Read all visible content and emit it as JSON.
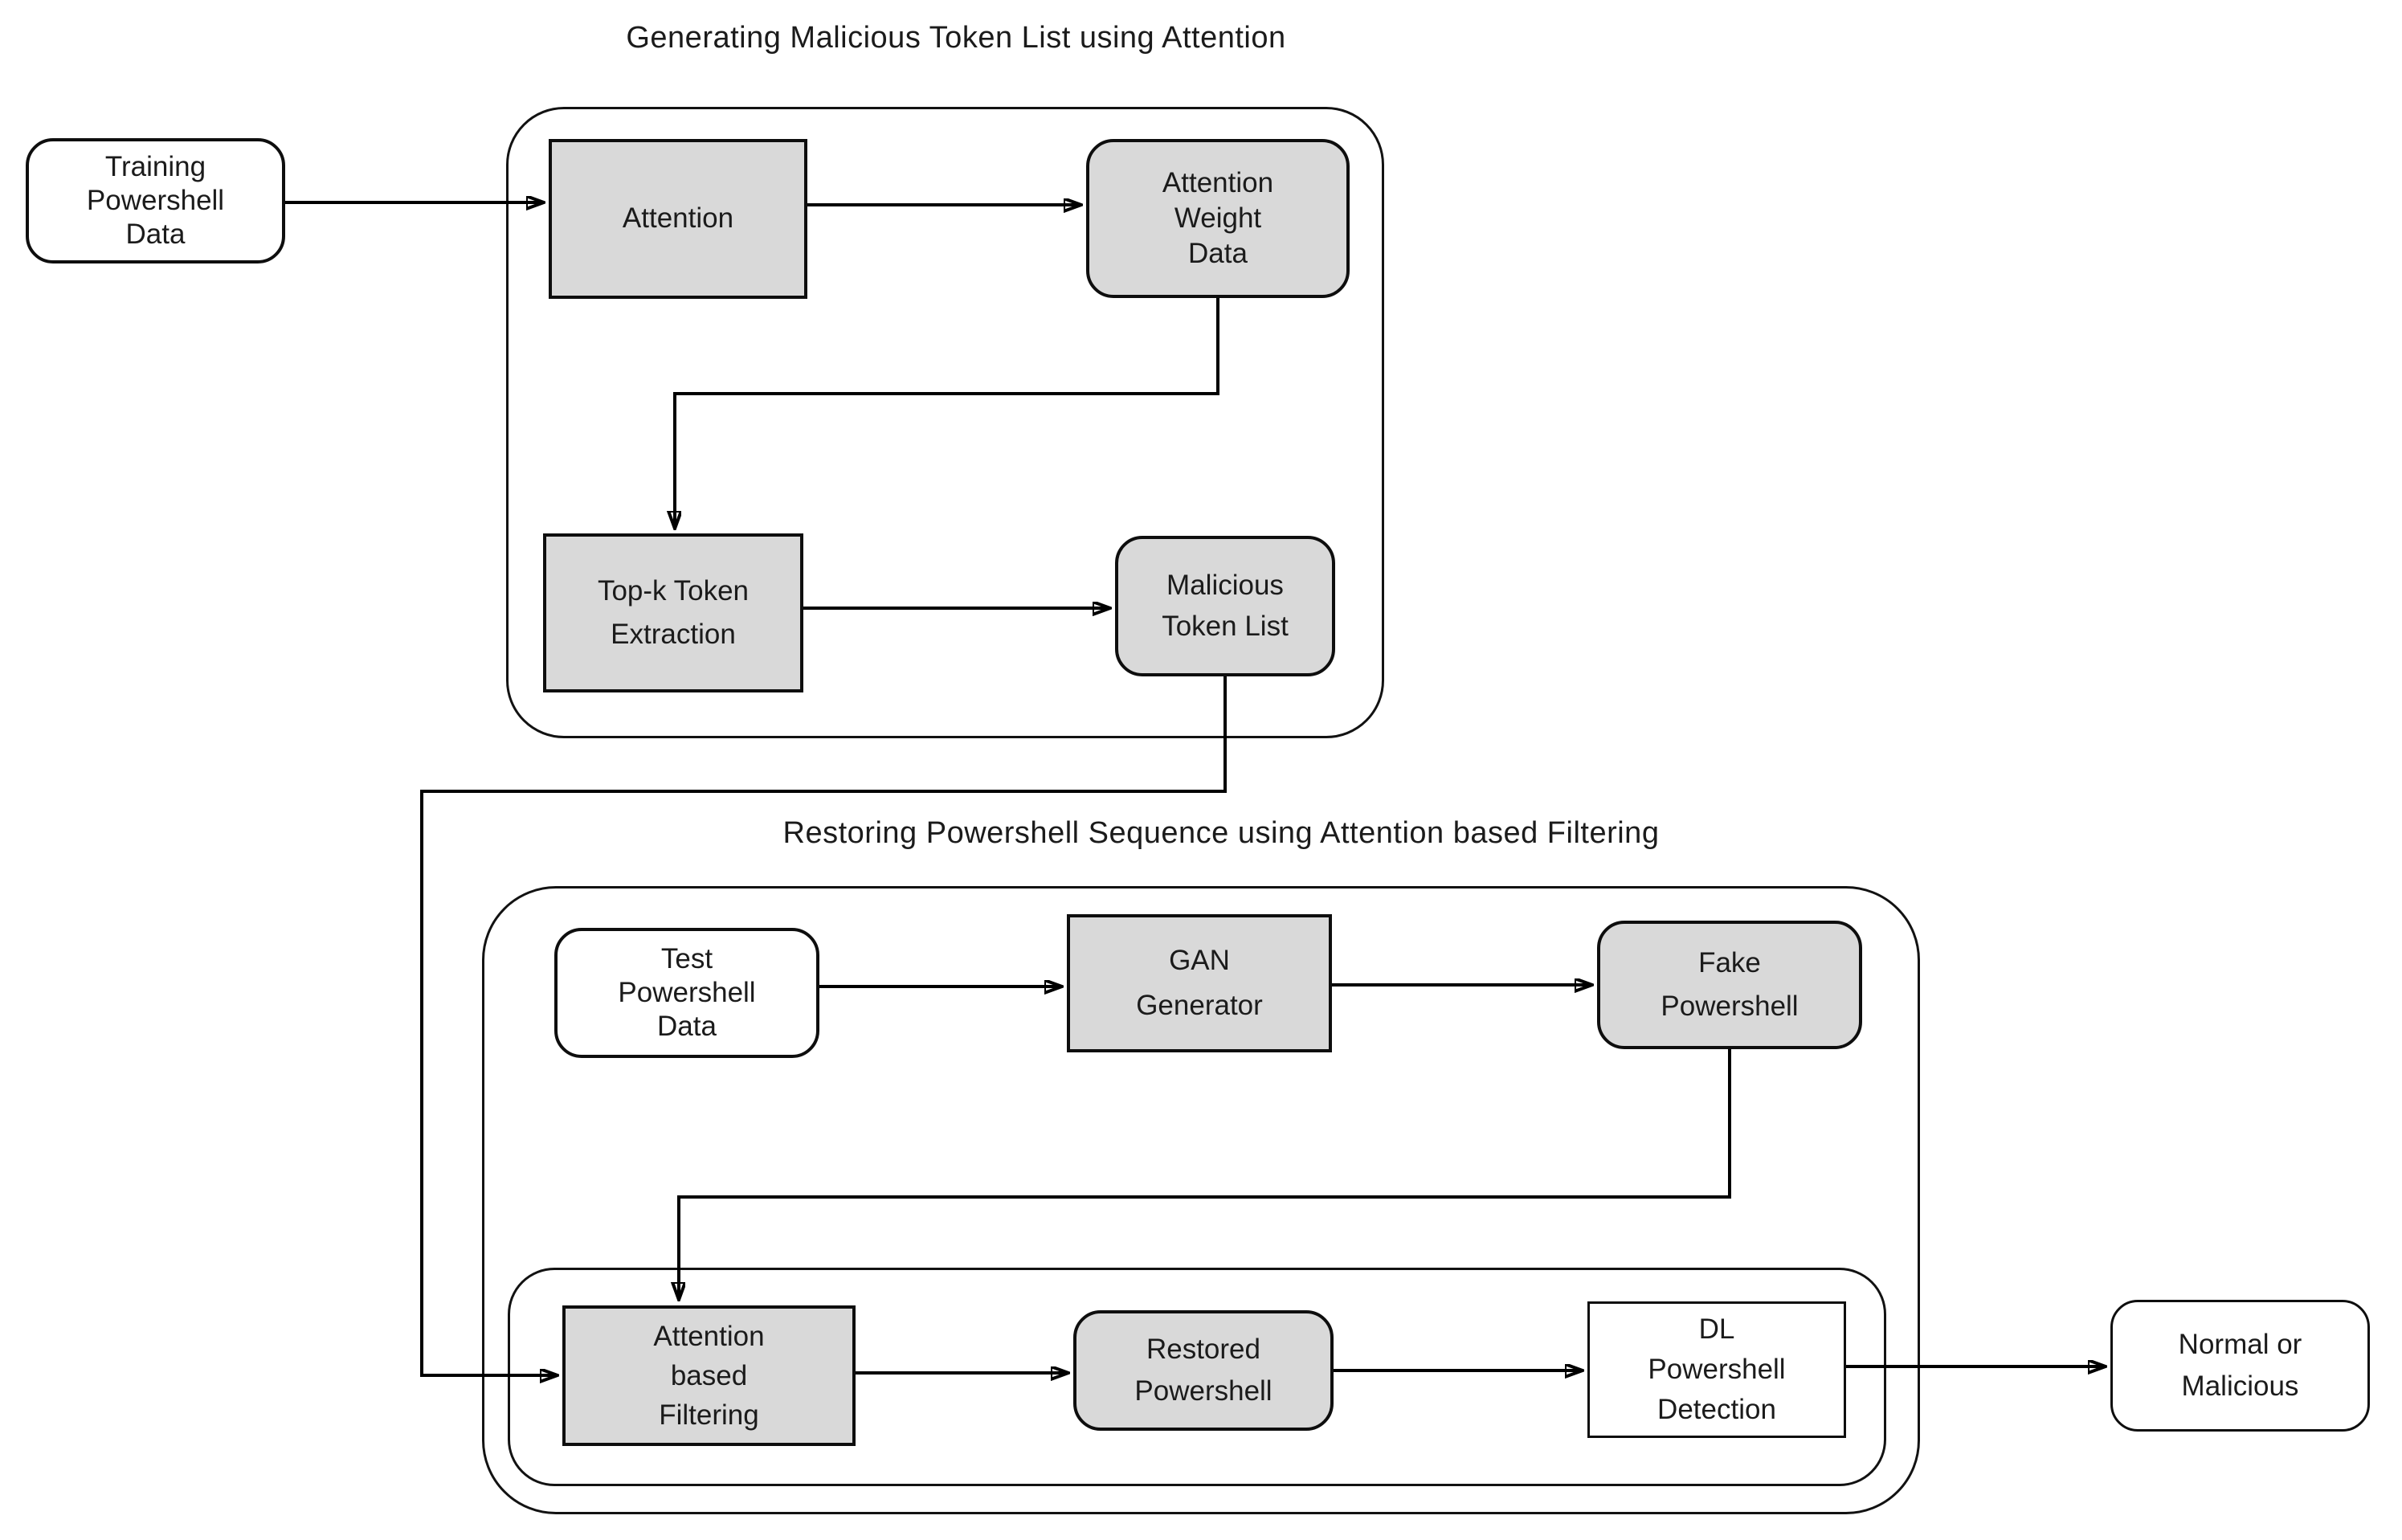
{
  "colors": {
    "background": "#ffffff",
    "node_fill_gray": "#d9d9d9",
    "node_fill_white": "#ffffff",
    "line_color": "#000000"
  },
  "section1": {
    "title": "Generating Malicious Token List using Attention",
    "nodes": {
      "training": "Training\nPowershell\nData",
      "attention": "Attention",
      "attention_weight": "Attention\nWeight\nData",
      "topk": "Top-k Token\nExtraction",
      "malicious_list": "Malicious\nToken List"
    }
  },
  "section2": {
    "title": "Restoring Powershell Sequence using Attention based Filtering",
    "nodes": {
      "test": "Test\nPowershell\nData",
      "gan": "GAN\nGenerator",
      "fake": "Fake\nPowershell",
      "attention_filtering": "Attention\nbased\nFiltering",
      "restored": "Restored\nPowershell",
      "dl_detection": "DL\nPowershell\nDetection"
    }
  },
  "output": {
    "result": "Normal or\nMalicious"
  },
  "edges": [
    {
      "from": "Training Powershell Data",
      "to": "Attention"
    },
    {
      "from": "Attention",
      "to": "Attention Weight Data"
    },
    {
      "from": "Attention Weight Data",
      "to": "Top-k Token Extraction"
    },
    {
      "from": "Top-k Token Extraction",
      "to": "Malicious Token List"
    },
    {
      "from": "Malicious Token List",
      "to": "Attention based Filtering"
    },
    {
      "from": "Test Powershell Data",
      "to": "GAN Generator"
    },
    {
      "from": "GAN Generator",
      "to": "Fake Powershell"
    },
    {
      "from": "Fake Powershell",
      "to": "Attention based Filtering"
    },
    {
      "from": "Attention based Filtering",
      "to": "Restored Powershell"
    },
    {
      "from": "Restored Powershell",
      "to": "DL Powershell Detection"
    },
    {
      "from": "DL Powershell Detection",
      "to": "Normal or Malicious"
    }
  ]
}
